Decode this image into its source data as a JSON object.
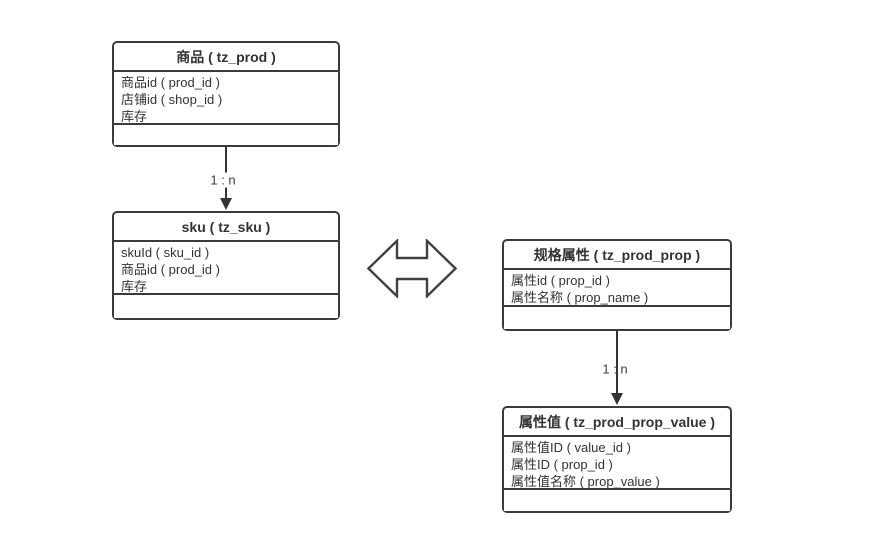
{
  "canvas": {
    "background": "#ffffff"
  },
  "colors": {
    "line": "#3b3b3b",
    "text": "#333333"
  },
  "entities": [
    {
      "name": "prod",
      "title": "商品 ( tz_prod )",
      "rows": [
        "商品id ( prod_id )",
        "店铺id ( shop_id )",
        "库存"
      ]
    },
    {
      "name": "sku",
      "title": "sku ( tz_sku )",
      "rows": [
        "skuId ( sku_id )",
        "商品id ( prod_id )",
        "库存"
      ]
    },
    {
      "name": "prop",
      "title": "规格属性 ( tz_prod_prop )",
      "rows": [
        "属性id ( prop_id )",
        "属性名称 ( prop_name )"
      ]
    },
    {
      "name": "prop_value",
      "title": "属性值 ( tz_prod_prop_value )",
      "rows": [
        "属性值ID ( value_id )",
        "属性ID ( prop_id )",
        "属性值名称 ( prop_value )"
      ]
    }
  ],
  "relations": [
    {
      "from": "商品 ( tz_prod )",
      "to": "sku ( tz_sku )",
      "label": "1 : n"
    },
    {
      "from": "规格属性 ( tz_prod_prop )",
      "to": "属性值 ( tz_prod_prop_value )",
      "label": "1 : n"
    }
  ],
  "symbols": {
    "double_arrow": "left-right-double-arrow"
  }
}
